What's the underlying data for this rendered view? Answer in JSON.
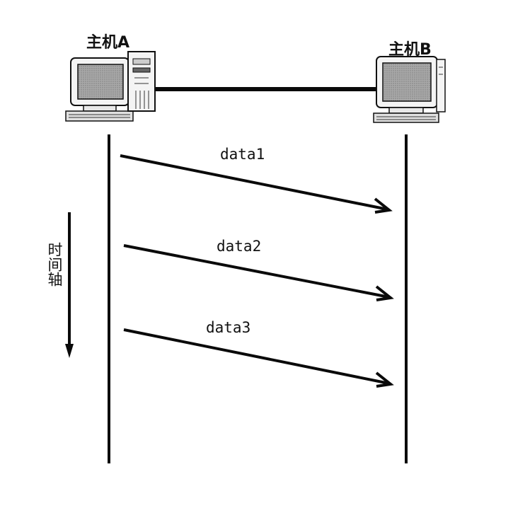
{
  "hosts": {
    "a": {
      "label": "主机A"
    },
    "b": {
      "label": "主机B"
    }
  },
  "time_axis": {
    "label": "时间轴"
  },
  "messages": [
    {
      "label": "data1"
    },
    {
      "label": "data2"
    },
    {
      "label": "data3"
    }
  ],
  "colors": {
    "line": "#0a0a0a",
    "screen": "#9a9a9a",
    "casing": "#f2f2f2"
  }
}
